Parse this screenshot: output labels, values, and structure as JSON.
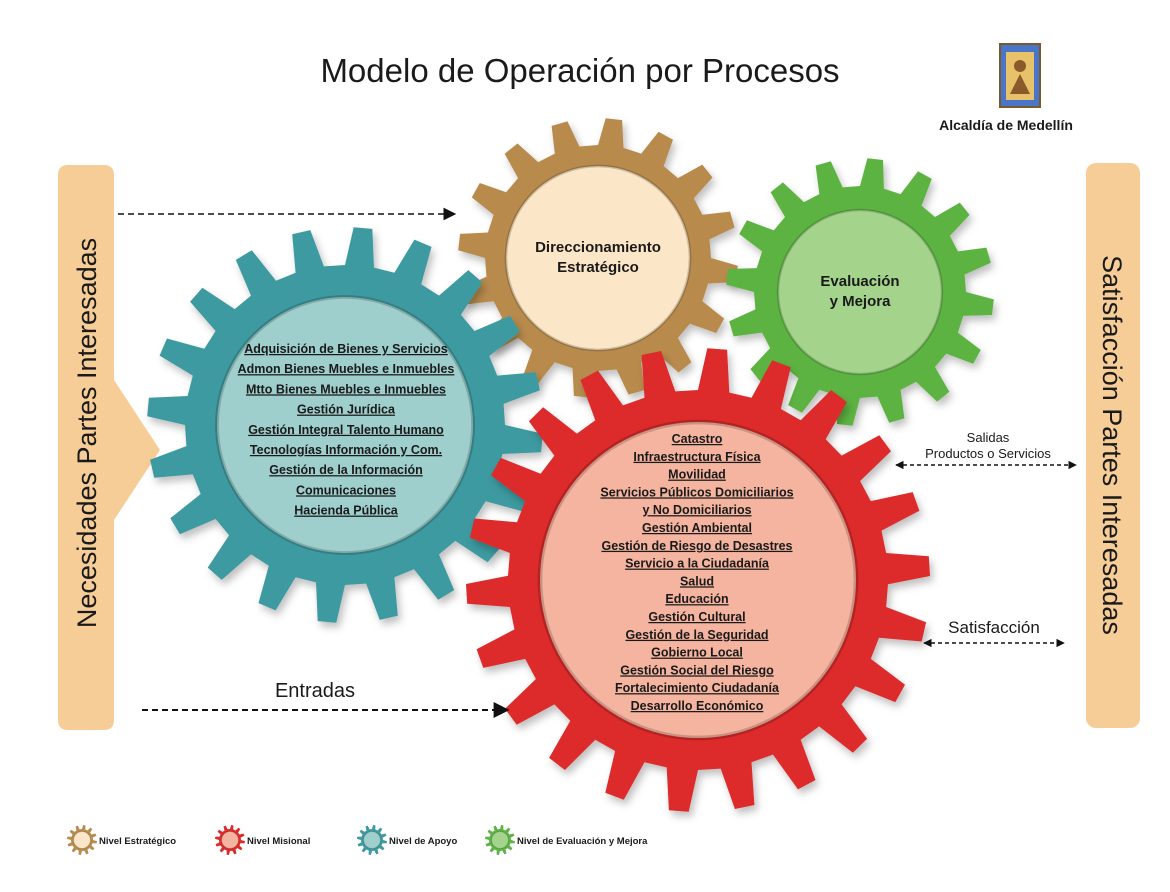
{
  "title": "Modelo de Operación por Procesos",
  "logo": {
    "caption": "Alcaldía de Medellín",
    "icon": "coat-of-arms-icon"
  },
  "left_panel": {
    "label": "Necesidades Partes Interesadas",
    "color": "#f7cd97"
  },
  "right_panel": {
    "label": "Satisfacción Partes Interesadas",
    "color": "#f7cd97"
  },
  "gears": {
    "strategic": {
      "title": [
        "Direccionamiento",
        "Estratégico"
      ],
      "color": "#b88b4e",
      "inner_color": "#fbe6c8"
    },
    "evaluation": {
      "title": [
        "Evaluación",
        "y Mejora"
      ],
      "color": "#5db343",
      "inner_color": "#a4d48c"
    },
    "support": {
      "color": "#3e9aa0",
      "inner_color": "#9fcfcd",
      "items": [
        "Adquisición de Bienes y Servicios",
        "Admon Bienes Muebles e Inmuebles",
        "Mtto Bienes Muebles e Inmuebles",
        "Gestión Jurídica",
        "Gestión Integral Talento Humano",
        "Tecnologías Información y Com.",
        "Gestión de la Información",
        "Comunicaciones",
        "Hacienda Pública"
      ]
    },
    "missional": {
      "color": "#dd2b2b",
      "inner_color": "#f4b49f",
      "items": [
        "Catastro",
        "Infraestructura Física",
        "Movilidad",
        "Servicios Públicos Domiciliarios",
        "y No Domiciliarios",
        "Gestión Ambiental",
        "Gestión de Riesgo de Desastres",
        "Servicio a la Ciudadanía",
        "Salud",
        "Educación",
        "Gestión Cultural",
        "Gestión de la Seguridad",
        "Gobierno Local",
        "Gestión Social del Riesgo",
        "Fortalecimiento Ciudadanía",
        "Desarrollo Económico"
      ]
    }
  },
  "flows": {
    "outputs": [
      "Salidas",
      "Productos o Servicios"
    ],
    "satisfaction": "Satisfacción",
    "inputs": "Entradas"
  },
  "legend": [
    {
      "label": "Nivel Estratégico",
      "color": "#b88b4e",
      "inner": "#fbe6c8"
    },
    {
      "label": "Nivel Misional",
      "color": "#dd2b2b",
      "inner": "#f4b49f"
    },
    {
      "label": "Nivel de Apoyo",
      "color": "#3e9aa0",
      "inner": "#9fcfcd"
    },
    {
      "label": "Nivel de Evaluación y Mejora",
      "color": "#5db343",
      "inner": "#a4d48c"
    }
  ]
}
